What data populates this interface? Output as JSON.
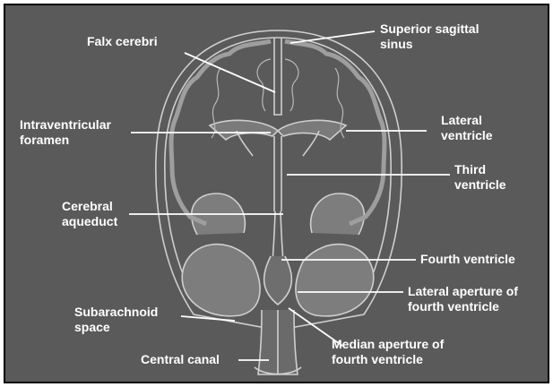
{
  "labels": {
    "superior_sagittal_sinus": [
      "Superior sagittal",
      "sinus"
    ],
    "falx_cerebri": [
      "Falx cerebri"
    ],
    "intraventricular_foramen": [
      "Intraventricular",
      "foramen"
    ],
    "lateral_ventricle": [
      "Lateral",
      "ventricle"
    ],
    "third_ventricle": [
      "Third",
      "ventricle"
    ],
    "cerebral_aqueduct": [
      "Cerebral",
      "aqueduct"
    ],
    "fourth_ventricle": [
      "Fourth ventricle"
    ],
    "lateral_aperture": [
      "Lateral aperture of",
      "fourth ventricle"
    ],
    "subarachnoid_space": [
      "Subarachnoid",
      "space"
    ],
    "median_aperture": [
      "Median aperture of",
      "fourth ventricle"
    ],
    "central_canal": [
      "Central canal"
    ]
  },
  "colors": {
    "background": "#5a5a5a",
    "line": "#ffffff",
    "cortex": "#8c8c8c",
    "outline": "#cfcfcf"
  }
}
